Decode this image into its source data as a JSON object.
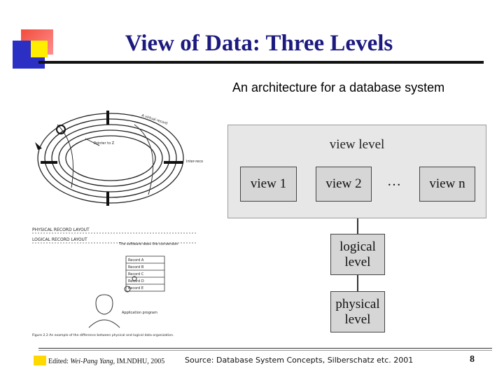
{
  "slide": {
    "title": "View of Data: Three Levels",
    "subtitle": "An architecture for a database system"
  },
  "diagram": {
    "view_level": "view level",
    "views": [
      "view 1",
      "view 2",
      "view n"
    ],
    "ellipsis": "…",
    "logical_line1": "logical",
    "logical_line2": "level",
    "physical_line1": "physical",
    "physical_line2": "level"
  },
  "figure": {
    "labels": {
      "physical_layout": "PHYSICAL RECORD LAYOUT",
      "logical_layout": "LOGICAL RECORD LAYOUT",
      "software": "The software does the conversion",
      "application": "Application program",
      "caption": "Figure 2.2 An example of the difference between physical and logical data organization.",
      "pointer": "Pointer to Z",
      "virtual": "A virtual record",
      "interrecord": "Inter-record gap",
      "records": [
        "Record A",
        "Record B",
        "Record C",
        "Record D",
        "Record E"
      ]
    }
  },
  "footer": {
    "edited_prefix": "Edited: ",
    "author": "Wei-Pang Yang",
    "org": ", IM.NDHU, 2005",
    "source": "Source: Database System Concepts, Silberschatz etc. 2001",
    "page": "8"
  },
  "colors": {
    "title": "#1c1a7f",
    "logo_red": "#e8302f",
    "logo_yellow": "#ffee00",
    "logo_blue": "#2b2fc4"
  }
}
